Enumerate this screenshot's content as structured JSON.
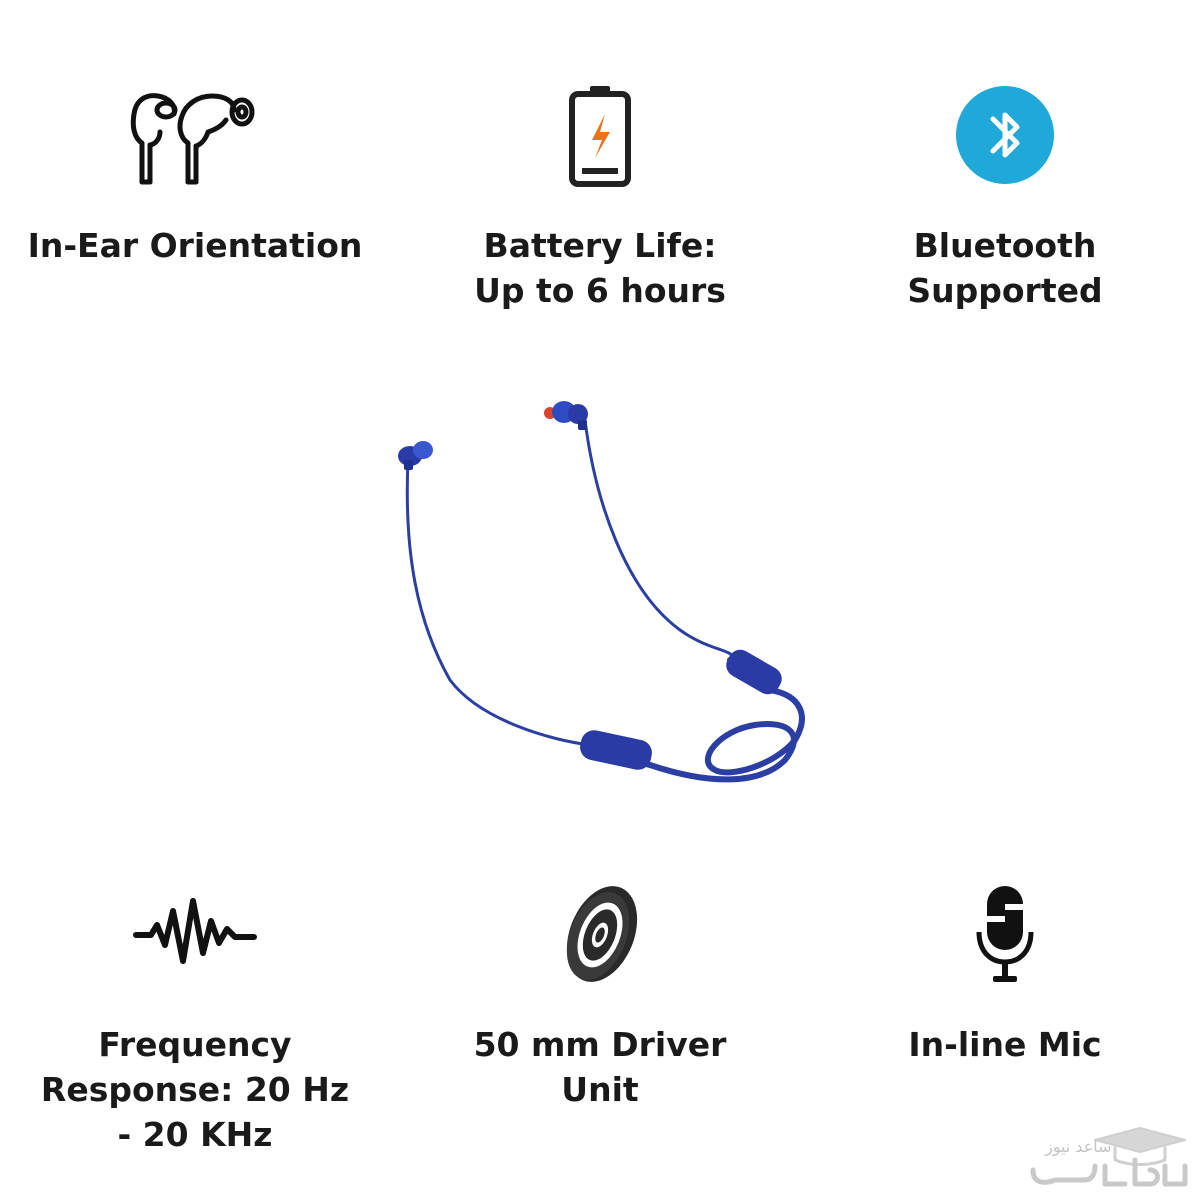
{
  "features": {
    "in_ear": {
      "label": "In-Ear Orientation",
      "icon": "earbuds-icon"
    },
    "battery": {
      "label": "Battery Life: Up to 6 hours",
      "icon": "battery-icon",
      "accent": "#e8731c"
    },
    "bluetooth": {
      "label": "Bluetooth Supported",
      "icon": "bluetooth-icon",
      "accent": "#1fa8d8"
    },
    "frequency": {
      "label": "Frequency Response: 20 Hz - 20 KHz",
      "icon": "waveform-icon"
    },
    "driver": {
      "label": "50 mm Driver Unit",
      "icon": "speaker-driver-icon"
    },
    "mic": {
      "label": "In-line Mic",
      "icon": "microphone-icon"
    }
  },
  "product": {
    "icon": "blue-neckband-earphones-image",
    "color": "#2b3fa3"
  },
  "watermark": {
    "icon": "saed-news-logo",
    "text": "ساعد نیوز"
  }
}
